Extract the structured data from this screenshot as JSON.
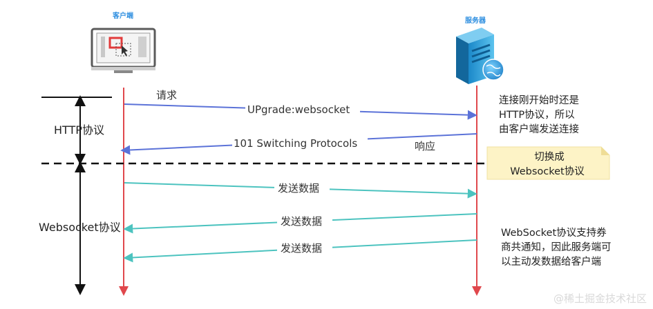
{
  "client": {
    "title": "客户端",
    "icon": "computer-screen-icon"
  },
  "server": {
    "title": "服务器",
    "icon": "server-globe-icon"
  },
  "phases": {
    "http": "HTTP协议",
    "websocket": "Websocket协议"
  },
  "messages": {
    "request_label": "请求",
    "upgrade": "UPgrade:websocket",
    "switching": "101 Switching Protocols",
    "response_label": "响应",
    "send1": "发送数据",
    "send2": "发送数据",
    "send3": "发送数据"
  },
  "notes": {
    "http_note": [
      "连接刚开始时还是",
      "HTTP协议，所以",
      "由客户端发送连接"
    ],
    "switch_note": [
      "切换成",
      "Websocket协议"
    ],
    "ws_note": [
      "WebSocket协议支持券",
      "商共通知，因此服务端可",
      "以主动发数据给客户端"
    ]
  },
  "watermark": "@稀土掘金技术社区",
  "colors": {
    "lifeline": "#e0474c",
    "http_arrow": "#5b72d8",
    "ws_arrow": "#4cc3bf",
    "note_bg": "#fdf3c6",
    "title_blue": "#2f8fe0"
  }
}
